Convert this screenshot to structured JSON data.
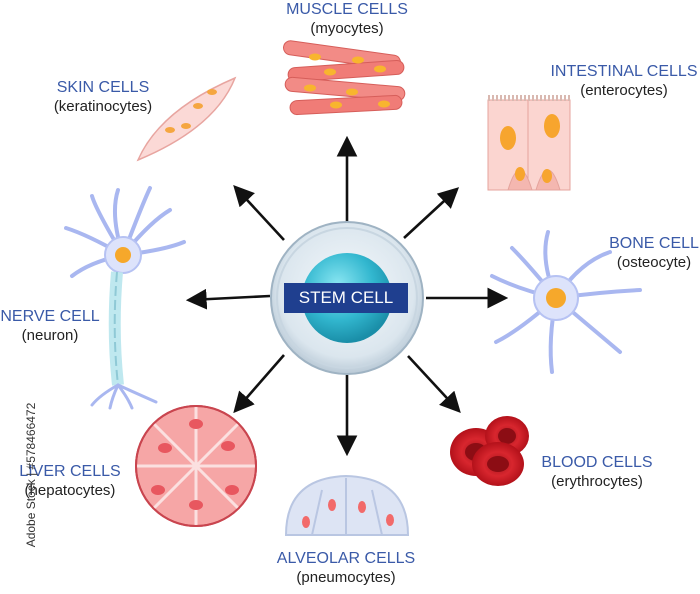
{
  "center": {
    "label": "STEM CELL"
  },
  "cells": [
    {
      "id": "muscle",
      "title": "MUSCLE CELLS",
      "subtitle": "(myocytes)"
    },
    {
      "id": "skin",
      "title": "SKIN CELLS",
      "subtitle": "(keratinocytes)"
    },
    {
      "id": "intestinal",
      "title": "INTESTINAL CELLS",
      "subtitle": "(enterocytes)"
    },
    {
      "id": "bone",
      "title": "BONE CELL",
      "subtitle": "(osteocyte)"
    },
    {
      "id": "nerve",
      "title": "NERVE CELL",
      "subtitle": "(neuron)"
    },
    {
      "id": "liver",
      "title": "LIVER CELLS",
      "subtitle": "(hepatocytes)"
    },
    {
      "id": "blood",
      "title": "BLOOD CELLS",
      "subtitle": "(erythrocytes)"
    },
    {
      "id": "alveolar",
      "title": "ALVEOLAR CELLS",
      "subtitle": "(pneumocytes)"
    }
  ],
  "watermark": "Adobe Stock | #578466472",
  "colors": {
    "label_blue": "#3a5aa8",
    "center_box": "#1f3f8f",
    "arrow": "#111111"
  }
}
